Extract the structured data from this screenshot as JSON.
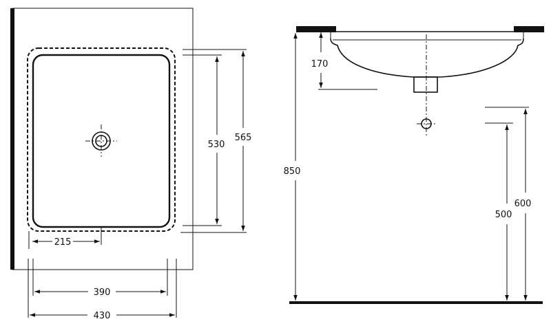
{
  "drawing": {
    "plan_view": {
      "dimensions": {
        "outlet_offset": "215",
        "inner_width": "390",
        "outer_width": "430",
        "inner_depth": "530",
        "outer_depth": "565"
      }
    },
    "elevation_view": {
      "dimensions": {
        "bowl_depth": "170",
        "counter_height": "850",
        "waste_height": "500",
        "supply_height": "600"
      }
    }
  }
}
